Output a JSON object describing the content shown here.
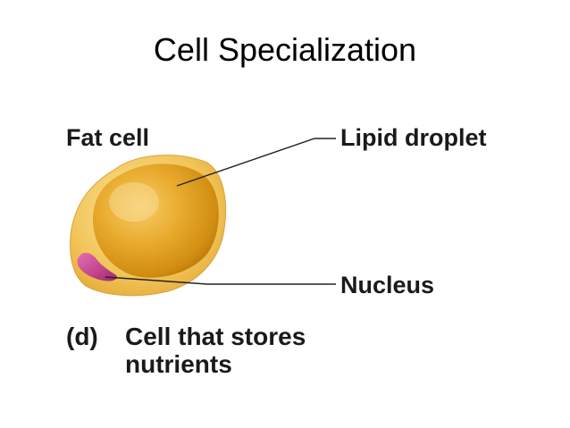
{
  "title": "Cell Specialization",
  "labels": {
    "fat_cell": "Fat cell",
    "lipid_droplet": "Lipid droplet",
    "nucleus": "Nucleus"
  },
  "caption": {
    "letter": "(d)",
    "line1": "Cell that stores",
    "line2": "nutrients"
  },
  "colors": {
    "cell_outer": "#f3c85a",
    "lipid_droplet": "#e0a01f",
    "nucleus": "#c8478e",
    "leader_line": "#222222"
  }
}
